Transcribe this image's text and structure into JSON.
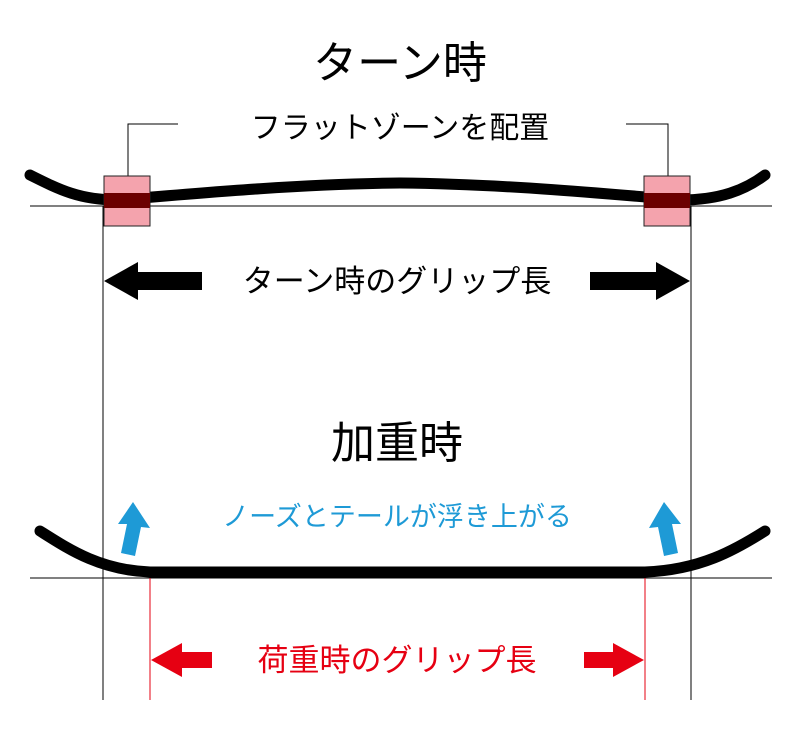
{
  "turn": {
    "title": "ターン時",
    "flat_zone_label": "フラットゾーンを配置",
    "grip_label": "ターン時のグリップ長",
    "zone_fill": "#f4a3ad",
    "zone_core": "#6b0000"
  },
  "loaded": {
    "title": "加重時",
    "lift_label": "ノーズとテールが浮き上がる",
    "grip_label": "荷重時のグリップ長",
    "lift_color": "#1e9ad6",
    "grip_color": "#e60012"
  },
  "board_color": "#000000"
}
